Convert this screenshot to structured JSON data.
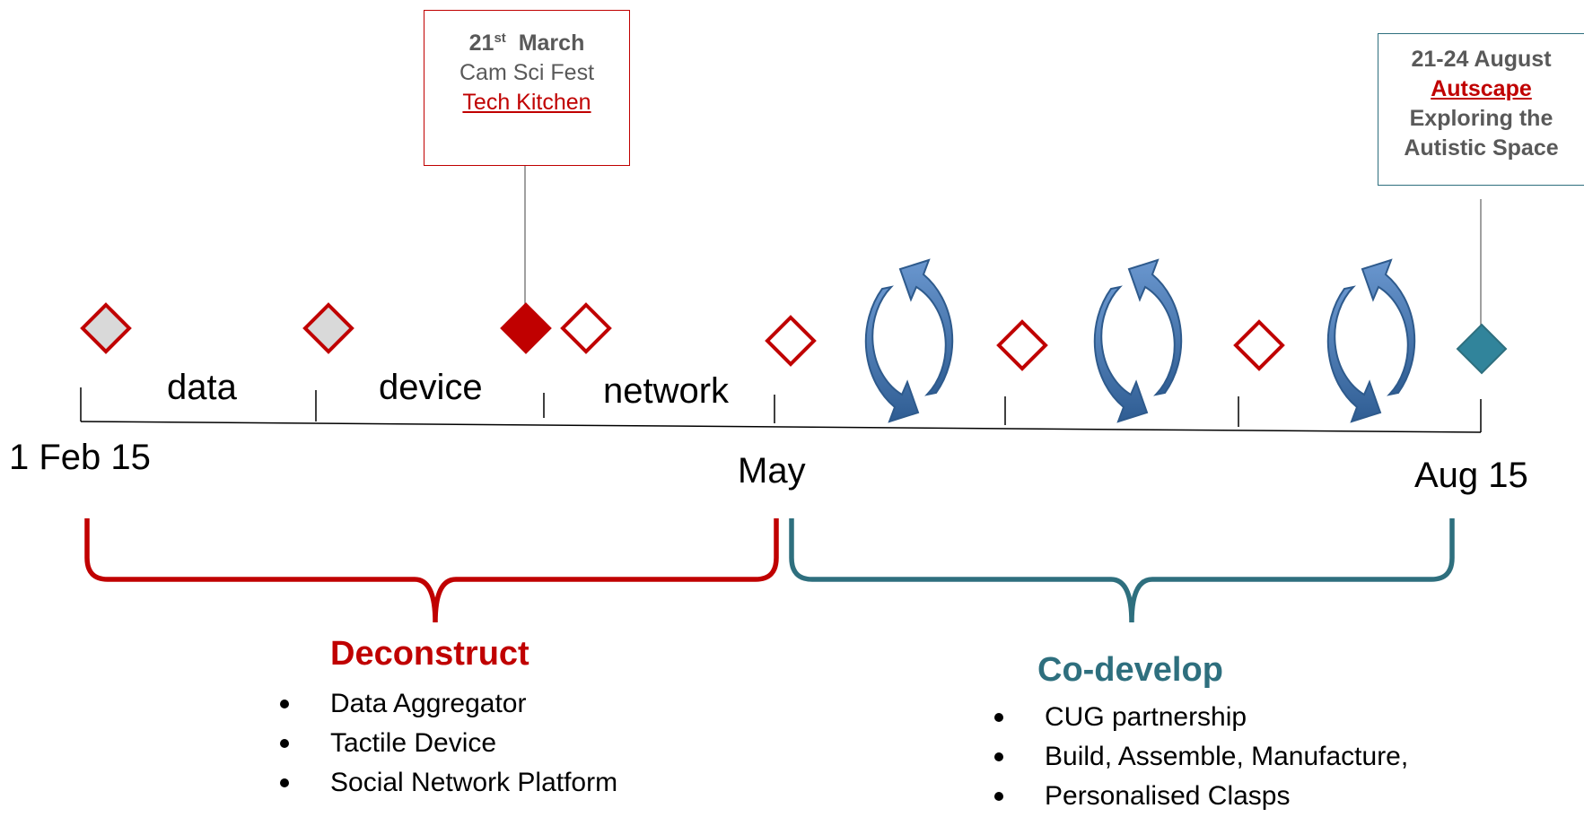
{
  "colors": {
    "red": "#c00000",
    "teal": "#2e6f7e",
    "teal_light": "#31849b",
    "blue_cycle": "#4f81bd",
    "grey_fill": "#d9d9d9",
    "text_grey": "#595959"
  },
  "icons": [
    "diamond-marker-icon",
    "cycle-arrows-icon"
  ],
  "timeline": {
    "start_label": "1 Feb 15",
    "mid_label": "May",
    "end_label": "Aug 15",
    "segments": [
      "data",
      "device",
      "network"
    ]
  },
  "callouts": {
    "march": {
      "date_num": "21",
      "date_sup": "st",
      "date_month": "March",
      "line2": "Cam Sci Fest",
      "line3": "Tech Kitchen"
    },
    "august": {
      "line1": "21-24 August",
      "line2": "Autscape",
      "line3": "Exploring the",
      "line4": "Autistic Space"
    }
  },
  "phases": {
    "deconstruct": {
      "title": "Deconstruct",
      "items": [
        "Data Aggregator",
        "Tactile Device",
        "Social Network Platform"
      ]
    },
    "codevelop": {
      "title": "Co-develop",
      "items": [
        "CUG partnership",
        "Build, Assemble, Manufacture,",
        "Personalised Clasps"
      ]
    }
  }
}
